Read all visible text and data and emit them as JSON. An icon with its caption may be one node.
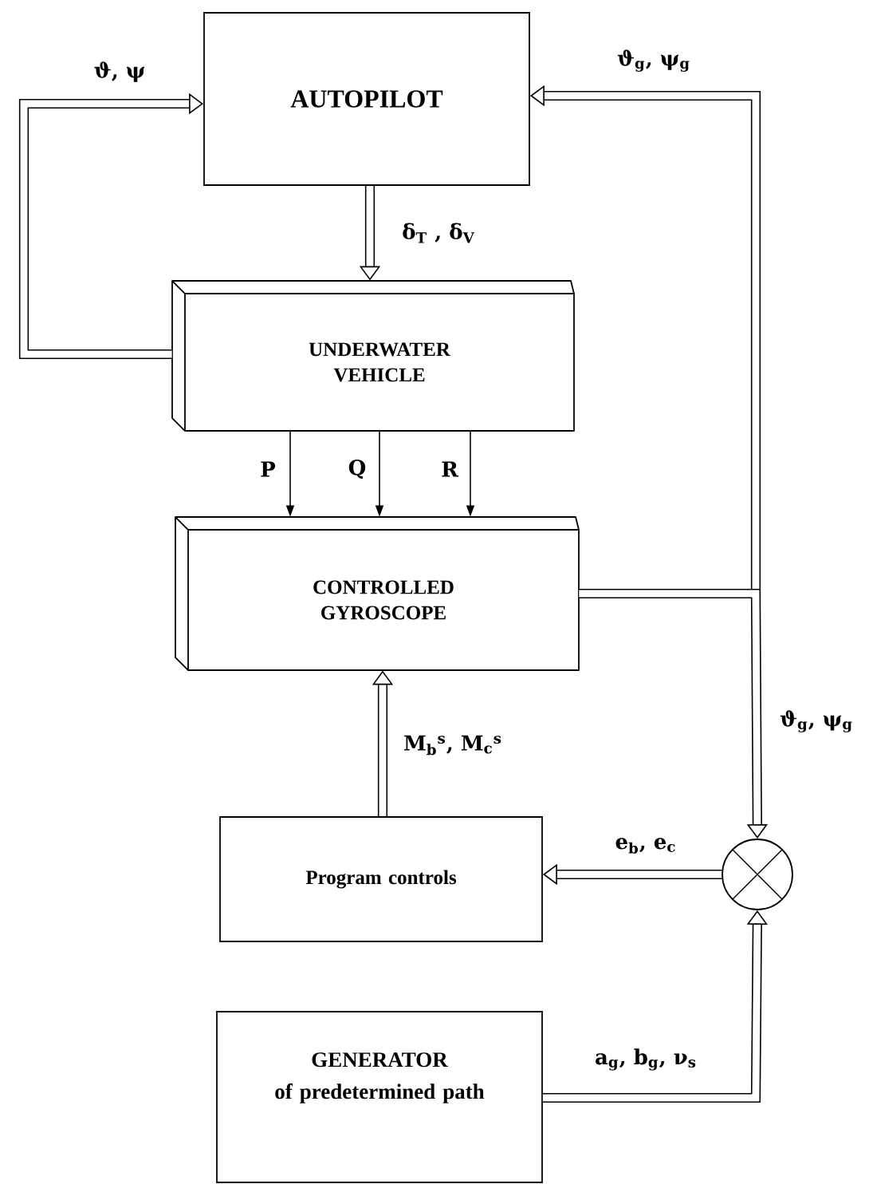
{
  "diagram": {
    "nodes": [
      {
        "text": [
          "AUTOPILOT"
        ]
      },
      {
        "text": [
          "UNDERWATER VEHICLE"
        ]
      },
      {
        "text": [
          "CONTROLLED GYROSCOPE"
        ]
      },
      {
        "text": [
          "Program controls"
        ]
      },
      {
        "text": [
          "GENERATOR",
          "of predetermined path"
        ]
      },
      {
        "text": [],
        "shape": "circle"
      }
    ],
    "edges": [
      {
        "from": 1,
        "to": 0,
        "arrow": "to",
        "label": "ϑ, ψ"
      },
      {
        "from": 0,
        "to": 1,
        "arrow": "to",
        "label": "δ$_{T}$ , δ$_{V}$"
      },
      {
        "from": 1,
        "to": 2,
        "arrow": "to",
        "label": "P"
      },
      {
        "from": 1,
        "to": 2,
        "arrow": "to",
        "label": "Q"
      },
      {
        "from": 1,
        "to": 2,
        "arrow": "to",
        "label": "R"
      },
      {
        "from": 2,
        "to": 0,
        "arrow": "to",
        "label": "ϑ$_{g}$, ψ$_{g}$"
      },
      {
        "from": 2,
        "to": 5,
        "arrow": "to",
        "label": "ϑ$_{g}$, ψ$_{g}$"
      },
      {
        "from": 3,
        "to": 2,
        "arrow": "to",
        "label": "M$_{b}$$^{s}$, M$_{c}$$^{s}$"
      },
      {
        "from": 5,
        "to": 3,
        "arrow": "to",
        "label": "e$_{b}$, e$_{c}$"
      },
      {
        "from": 4,
        "to": 5,
        "arrow": "to",
        "label": "a$_{g}$, b$_{g}$, ν$_{s}$"
      }
    ]
  }
}
